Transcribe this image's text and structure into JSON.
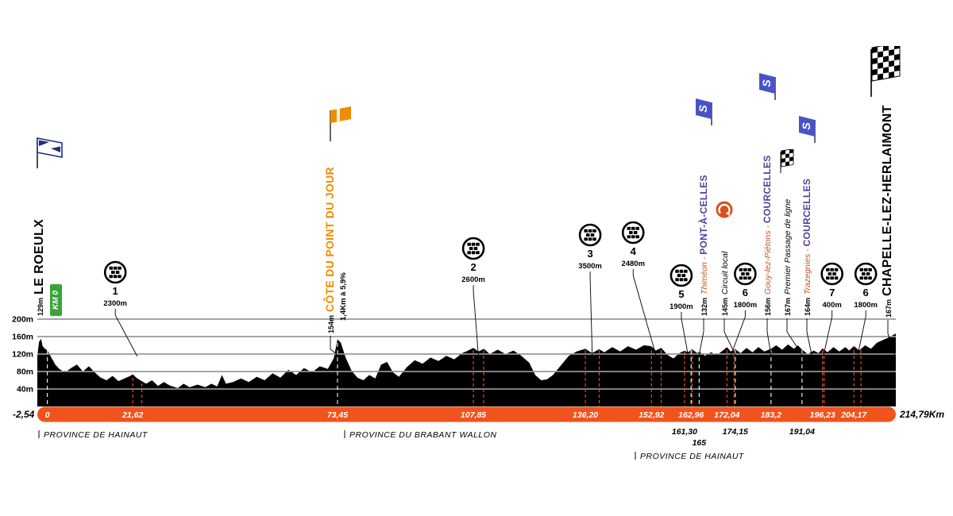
{
  "colors": {
    "orange": "#F1531D",
    "climb": "#F08C00",
    "purple": "#4F4099",
    "sprint_blue": "#4953C8",
    "green": "#3BA33B",
    "town": "#C8521F",
    "circuit": "#D9501E",
    "flag_blue": "#1d2f7c"
  },
  "icons": {
    "sprint_flag_letter": "S"
  },
  "axis": {
    "start_label": "-2,54",
    "end_label": "214,79Km",
    "y_ticks": [
      {
        "label": "200m",
        "value": 200
      },
      {
        "label": "160m",
        "value": 160
      },
      {
        "label": "120m",
        "value": 120
      },
      {
        "label": "80m",
        "value": 80
      },
      {
        "label": "40m",
        "value": 40
      }
    ]
  },
  "chart_data": {
    "type": "area",
    "x_unit": "km",
    "y_unit": "m",
    "x_range": [
      -2.54,
      214.79
    ],
    "y_range": [
      0,
      210
    ],
    "grid": "horizontal lines every 40m",
    "profile": [
      [
        -2.54,
        115
      ],
      [
        -2.1,
        148
      ],
      [
        -1.6,
        155
      ],
      [
        -1.2,
        138
      ],
      [
        -0.6,
        132
      ],
      [
        0,
        129
      ],
      [
        1,
        112
      ],
      [
        2,
        96
      ],
      [
        3,
        86
      ],
      [
        4.5,
        78
      ],
      [
        6,
        88
      ],
      [
        7.5,
        96
      ],
      [
        9,
        80
      ],
      [
        10.5,
        92
      ],
      [
        12,
        78
      ],
      [
        13.5,
        66
      ],
      [
        15,
        60
      ],
      [
        16.5,
        70
      ],
      [
        18,
        58
      ],
      [
        19.5,
        64
      ],
      [
        21,
        70
      ],
      [
        21.62,
        74
      ],
      [
        22.5,
        66
      ],
      [
        23.9,
        58
      ],
      [
        25,
        52
      ],
      [
        26.5,
        60
      ],
      [
        28,
        47
      ],
      [
        29.5,
        56
      ],
      [
        31,
        48
      ],
      [
        33,
        42
      ],
      [
        34.5,
        52
      ],
      [
        36,
        44
      ],
      [
        38,
        50
      ],
      [
        40,
        44
      ],
      [
        41.5,
        52
      ],
      [
        43,
        46
      ],
      [
        44.2,
        72
      ],
      [
        45.2,
        52
      ],
      [
        47,
        56
      ],
      [
        49,
        64
      ],
      [
        51,
        56
      ],
      [
        53,
        68
      ],
      [
        55,
        60
      ],
      [
        57,
        76
      ],
      [
        59,
        66
      ],
      [
        61,
        84
      ],
      [
        63,
        72
      ],
      [
        65,
        88
      ],
      [
        67,
        78
      ],
      [
        69,
        92
      ],
      [
        71,
        86
      ],
      [
        72.5,
        110
      ],
      [
        73.45,
        154
      ],
      [
        74.3,
        146
      ],
      [
        75.5,
        112
      ],
      [
        77,
        82
      ],
      [
        78.5,
        66
      ],
      [
        80,
        60
      ],
      [
        81.5,
        72
      ],
      [
        83,
        64
      ],
      [
        84.5,
        96
      ],
      [
        86,
        102
      ],
      [
        87.5,
        78
      ],
      [
        89,
        68
      ],
      [
        91,
        90
      ],
      [
        93,
        106
      ],
      [
        95,
        98
      ],
      [
        97,
        112
      ],
      [
        99,
        104
      ],
      [
        101,
        116
      ],
      [
        103,
        108
      ],
      [
        105,
        122
      ],
      [
        106.5,
        128
      ],
      [
        107.85,
        134
      ],
      [
        109.15,
        126
      ],
      [
        110.5,
        132
      ],
      [
        112,
        120
      ],
      [
        114,
        130
      ],
      [
        116,
        120
      ],
      [
        118,
        128
      ],
      [
        120,
        116
      ],
      [
        122,
        100
      ],
      [
        123.5,
        72
      ],
      [
        125,
        60
      ],
      [
        126.5,
        62
      ],
      [
        128,
        72
      ],
      [
        130,
        94
      ],
      [
        132,
        116
      ],
      [
        134,
        126
      ],
      [
        136.2,
        132
      ],
      [
        137.9,
        122
      ],
      [
        139.7,
        131
      ],
      [
        141,
        124
      ],
      [
        143,
        136
      ],
      [
        145,
        126
      ],
      [
        147,
        138
      ],
      [
        149,
        130
      ],
      [
        151,
        140
      ],
      [
        152.92,
        138
      ],
      [
        154,
        128
      ],
      [
        155.4,
        134
      ],
      [
        157,
        118
      ],
      [
        158.5,
        110
      ],
      [
        160,
        122
      ],
      [
        161.3,
        128
      ],
      [
        162.2,
        124
      ],
      [
        163.2,
        131
      ],
      [
        164.5,
        122
      ],
      [
        165,
        126
      ],
      [
        166.5,
        116
      ],
      [
        168,
        124
      ],
      [
        169.5,
        118
      ],
      [
        171,
        128
      ],
      [
        172.04,
        136
      ],
      [
        173,
        126
      ],
      [
        174.15,
        131
      ],
      [
        175.5,
        122
      ],
      [
        177,
        134
      ],
      [
        178.5,
        124
      ],
      [
        180,
        136
      ],
      [
        181.5,
        126
      ],
      [
        183.2,
        132
      ],
      [
        184.5,
        140
      ],
      [
        186,
        130
      ],
      [
        187.5,
        142
      ],
      [
        189,
        132
      ],
      [
        190,
        140
      ],
      [
        191.04,
        130
      ],
      [
        192.5,
        120
      ],
      [
        194,
        128
      ],
      [
        195.2,
        122
      ],
      [
        196.23,
        133
      ],
      [
        197.5,
        124
      ],
      [
        199,
        136
      ],
      [
        200.5,
        126
      ],
      [
        202,
        136
      ],
      [
        203,
        128
      ],
      [
        204.17,
        139
      ],
      [
        205.5,
        128
      ],
      [
        207,
        140
      ],
      [
        208.5,
        132
      ],
      [
        210,
        146
      ],
      [
        211.5,
        152
      ],
      [
        213,
        158
      ],
      [
        214.79,
        167
      ]
    ],
    "km_ticks_bar": [
      {
        "km": 0,
        "label": "0"
      },
      {
        "km": 21.62,
        "label": "21,62"
      },
      {
        "km": 73.45,
        "label": "73,45"
      },
      {
        "km": 107.85,
        "label": "107,85"
      },
      {
        "km": 136.2,
        "label": "136,20"
      },
      {
        "km": 152.92,
        "label": "152,92"
      },
      {
        "km": 162.96,
        "label": "162,96"
      },
      {
        "km": 172.04,
        "label": "172,04"
      },
      {
        "km": 183.2,
        "label": "183,2"
      },
      {
        "km": 196.23,
        "label": "196,23"
      },
      {
        "km": 204.17,
        "label": "204,17"
      }
    ],
    "km_ticks_below": [
      {
        "km": 161.3,
        "label": "161,30",
        "row": 1
      },
      {
        "km": 165,
        "label": "165",
        "row": 2
      },
      {
        "km": 174.15,
        "label": "174,15",
        "row": 1
      },
      {
        "km": 191.04,
        "label": "191,04",
        "row": 1
      }
    ],
    "white_marker_kms": [
      0,
      73.45,
      162.96,
      165,
      174.15,
      183.2,
      191.04
    ],
    "sectors": [
      {
        "num": "1",
        "length_label": "2300m",
        "km": 21.62,
        "len_km": 2.3,
        "cy": 343,
        "dx": -22
      },
      {
        "num": "2",
        "length_label": "2600m",
        "km": 107.85,
        "len_km": 2.6,
        "cy": 313,
        "dx": 0
      },
      {
        "num": "3",
        "length_label": "3500m",
        "km": 136.2,
        "len_km": 3.5,
        "cy": 296,
        "dx": 6
      },
      {
        "num": "4",
        "length_label": "2480m",
        "km": 152.92,
        "len_km": 2.48,
        "cy": 293,
        "dx": -23
      },
      {
        "num": "5",
        "length_label": "1900m",
        "km": 161.3,
        "len_km": 1.9,
        "cy": 347,
        "dx": -4
      },
      {
        "num": "6",
        "length_label": "1800m",
        "km": 172.04,
        "len_km": 1.8,
        "cy": 345,
        "dx": 23
      },
      {
        "num": "7",
        "length_label": "400m",
        "km": 196.23,
        "len_km": 0.4,
        "cy": 345,
        "dx": 12
      },
      {
        "num": "6",
        "length_label": "1800m",
        "km": 204.17,
        "len_km": 1.8,
        "cy": 345,
        "dx": 15
      }
    ],
    "provinces": [
      {
        "label": "PROVINCE DE HAINAUT",
        "x": 55,
        "y": 551
      },
      {
        "label": "PROVINCE DU BRABANT WALLON",
        "x": 440,
        "y": 551
      },
      {
        "label": "PROVINCE DE HAINAUT",
        "x": 806,
        "y": 578
      }
    ],
    "locations": [
      {
        "id": "le-roeulx",
        "x": 50,
        "bottom": 398,
        "style": "start",
        "elev": "129m",
        "name": "LE ROEULX",
        "icon": "start-flag",
        "icon_x": 42,
        "icon_y": 170
      },
      {
        "id": "km-zero",
        "x": 71,
        "bottom": 398,
        "style": "km0",
        "name": "KM 0"
      },
      {
        "id": "cote-du-point-du-jour",
        "x": 416,
        "bottom": 420,
        "style": "climb",
        "elev": "154m",
        "name": "CÔTE DU POINT DU JOUR",
        "sub": "1,4Km à 5,9%",
        "icon": "climb-flag",
        "icon_x": 412,
        "icon_y": 134,
        "target_km": 73.45
      },
      {
        "id": "pont-a-celles",
        "x": 886,
        "bottom": 398,
        "style": "sprint",
        "elev": "132m",
        "town": "Thiméon - ",
        "name": "PONT-À-CELLES",
        "icon": "sprint-flag",
        "icon_x": 873,
        "icon_y": 124,
        "target_km": 165
      },
      {
        "id": "circuit-local",
        "x": 912,
        "bottom": 398,
        "style": "info",
        "elev": "145m",
        "name": "Circuit local",
        "icon": "circuit",
        "icon_x": 900,
        "icon_y": 252,
        "target_km": 174.15
      },
      {
        "id": "courcelles-gouy",
        "x": 966,
        "bottom": 398,
        "style": "sprint",
        "elev": "156m",
        "town": "Gouy-lez-Piétons - ",
        "name": "COURCELLES",
        "icon": "sprint-flag",
        "icon_x": 953,
        "icon_y": 92,
        "target_km": 183.2
      },
      {
        "id": "premier-passage-de-ligne",
        "x": 991,
        "bottom": 398,
        "style": "info",
        "elev": "167m",
        "name": "Premier Passage de ligne",
        "icon": "mini-checkered",
        "icon_x": 980,
        "icon_y": 188,
        "target_km": 191.04
      },
      {
        "id": "courcelles-trazegnies",
        "x": 1016,
        "bottom": 398,
        "style": "sprint",
        "elev": "164m",
        "town": "Trazegnies - ",
        "name": "COURCELLES",
        "icon": "sprint-flag",
        "icon_x": 1003,
        "icon_y": 146,
        "target_km": 193.5
      },
      {
        "id": "chapelle-lez-herlaimont",
        "x": 1118,
        "bottom": 400,
        "style": "finish",
        "elev": "167m",
        "name": "CHAPELLE-LEZ-HERLAIMONT",
        "icon": "finish-flag",
        "icon_x": 1092,
        "icon_y": 58,
        "target_km": 214.5
      }
    ]
  }
}
